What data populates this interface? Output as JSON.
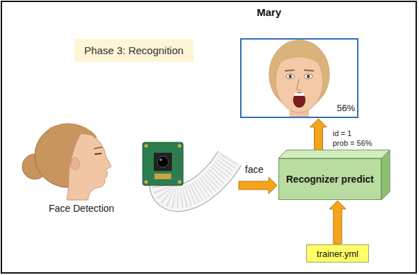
{
  "diagram": {
    "title": "Phase 3: Recognition",
    "nodes": [
      {
        "text": [
          "Mary",
          "56%"
        ]
      },
      {
        "text": [
          "Recognizer predict"
        ]
      },
      {
        "text": [
          "trainer.yml"
        ]
      }
    ],
    "edges": [
      {
        "from": 2,
        "to": 1,
        "arrow": "to"
      },
      {
        "from": 1,
        "to": 0,
        "arrow": "to"
      }
    ],
    "labels": [
      "face",
      "Face Detection",
      "id = 1",
      "prob = 56%"
    ]
  }
}
